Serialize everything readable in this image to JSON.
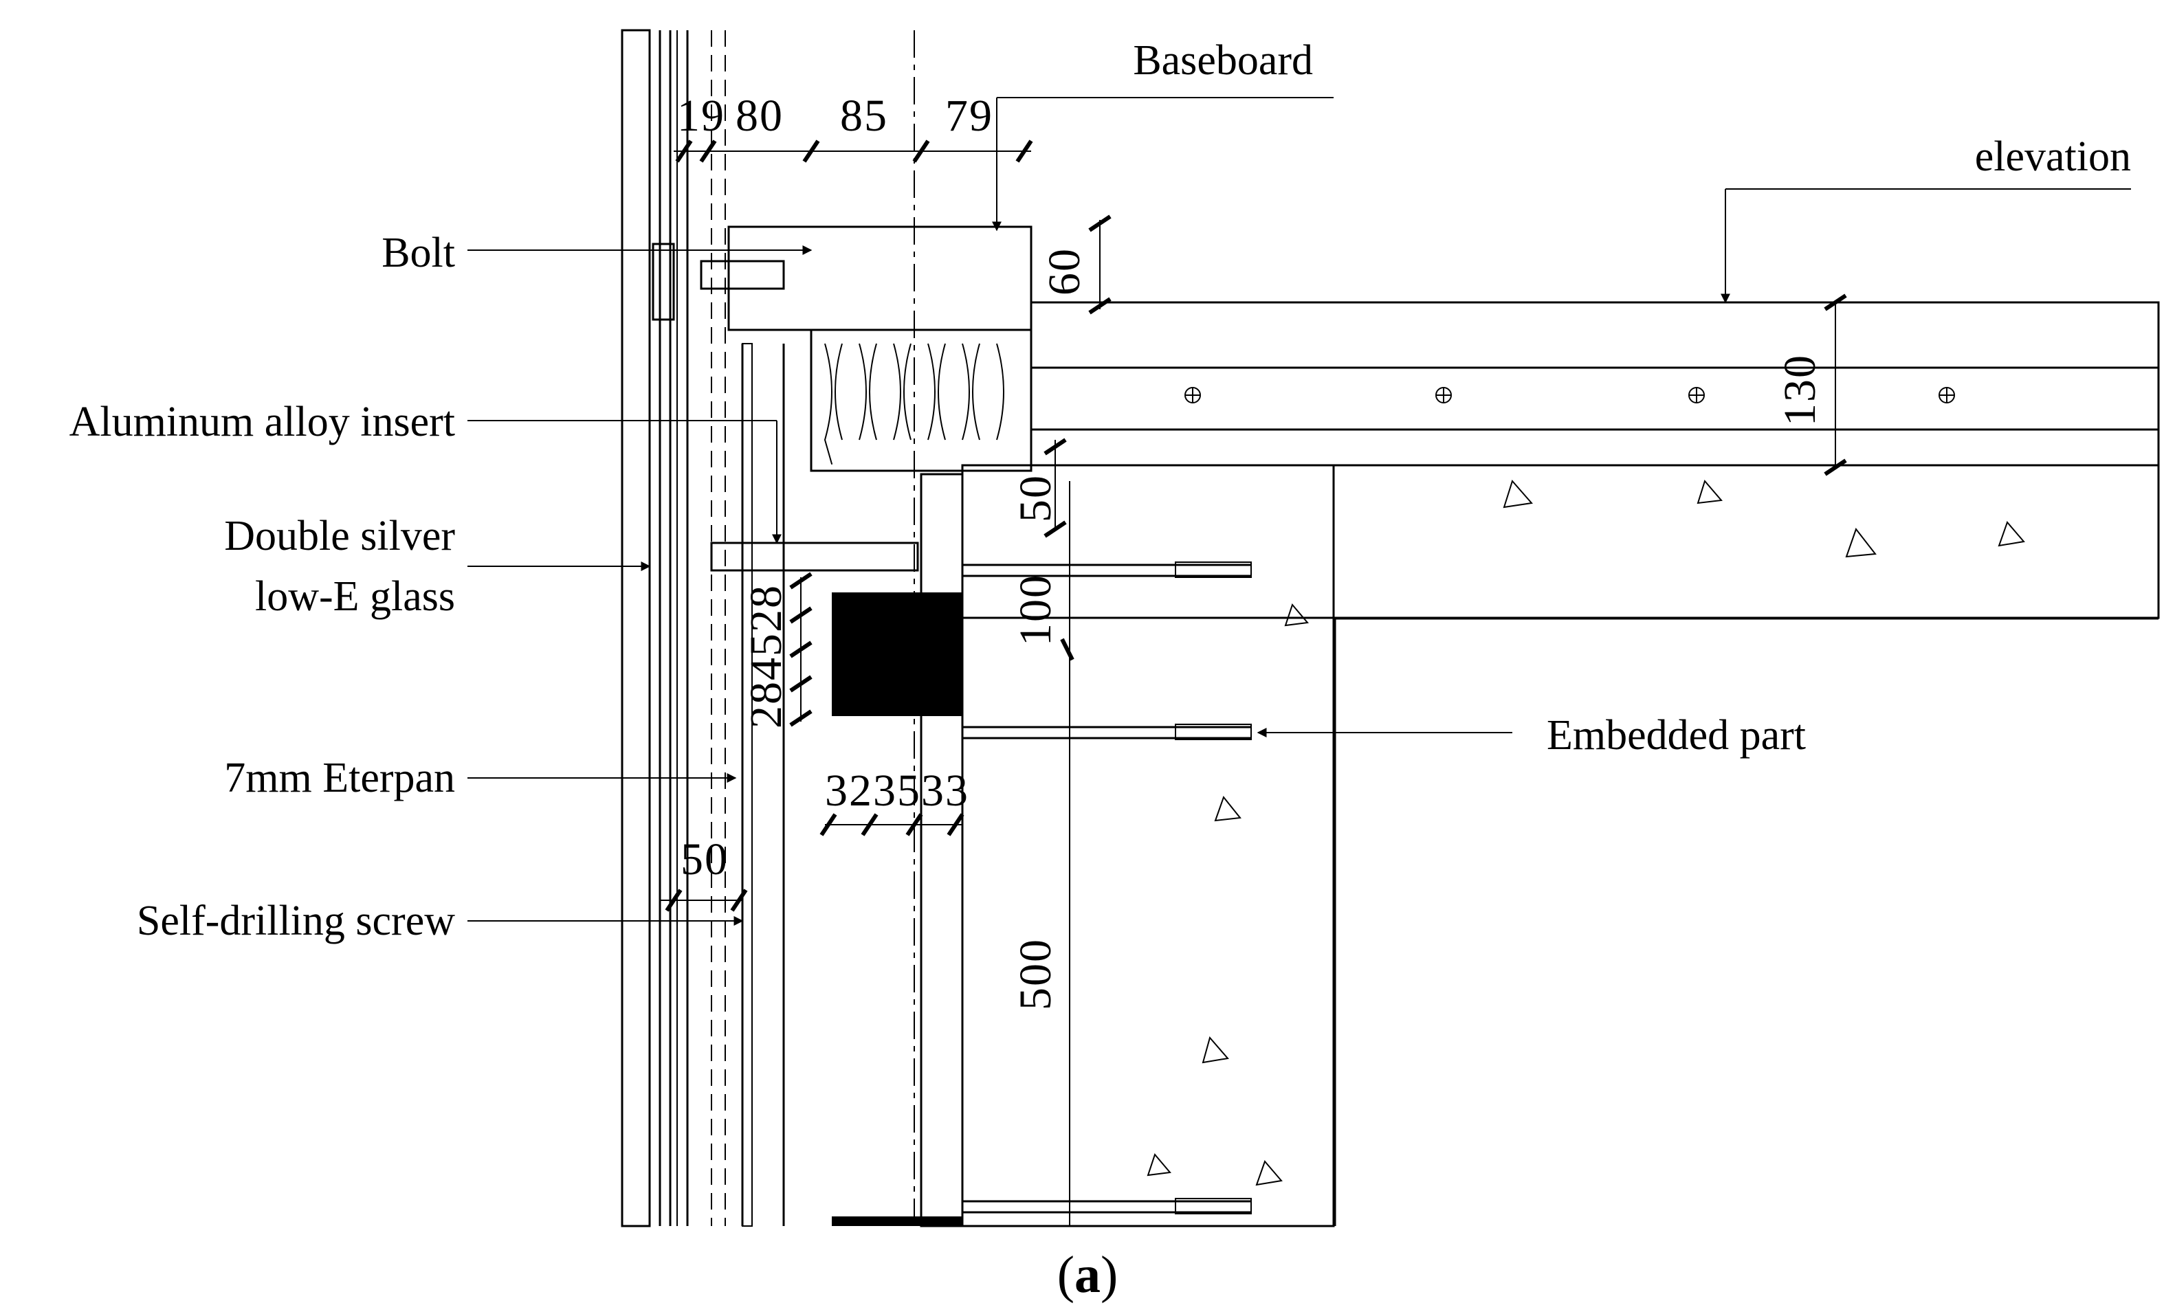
{
  "labels": {
    "baseboard": "Baseboard",
    "elevation": "elevation",
    "bolt": "Bolt",
    "aluminum_insert": "Aluminum alloy insert",
    "glass_line1": "Double silver",
    "glass_line2": "low-E glass",
    "eterpan": "7mm Eterpan",
    "screw": "Self-drilling screw",
    "embedded": "Embedded part"
  },
  "dimensions": {
    "d19": "19",
    "d80": "80",
    "d85": "85",
    "d79": "79",
    "d60": "60",
    "d130": "130",
    "d50_top": "50",
    "d100": "100",
    "stack_vertical": "284528",
    "stack_horizontal": "323533",
    "d50_side": "50",
    "d500": "500"
  },
  "caption": {
    "open": "(",
    "letter": "a",
    "close": ")"
  }
}
